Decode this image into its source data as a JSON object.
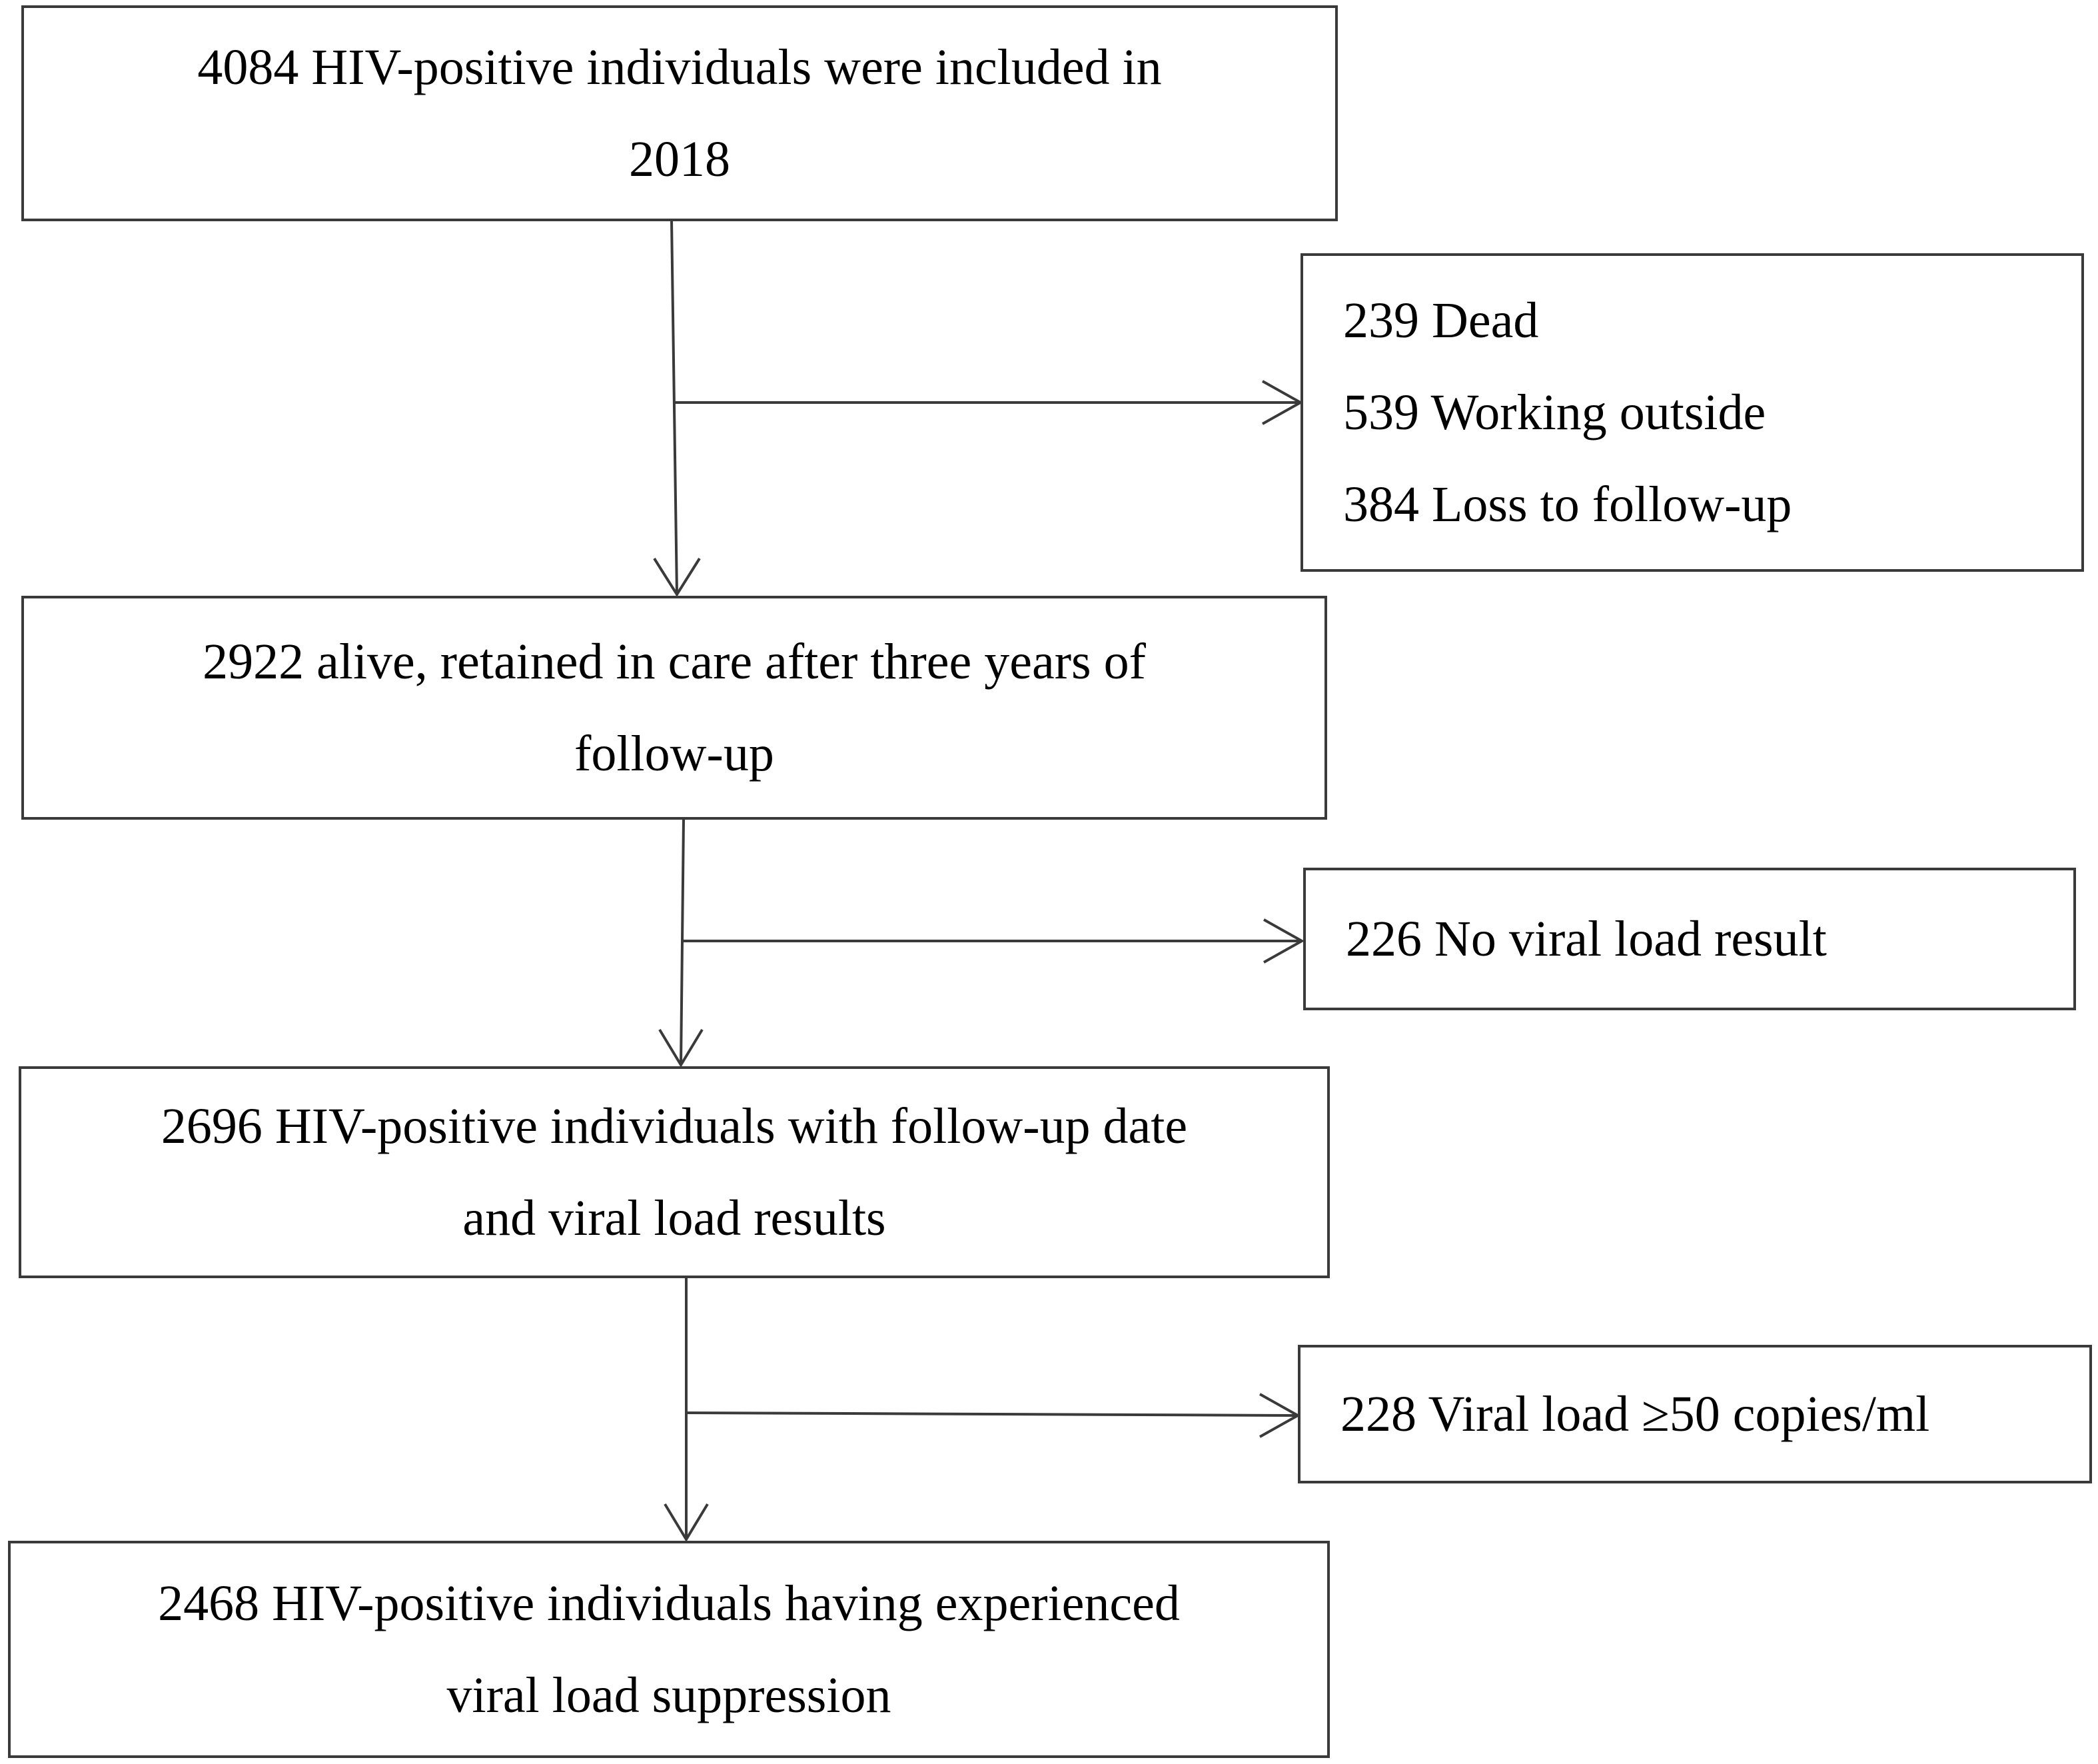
{
  "flowchart": {
    "step1": {
      "lines": [
        "4084 HIV-positive individuals were included in",
        "2018"
      ]
    },
    "exclusion1": {
      "lines": [
        "239 Dead",
        "539 Working outside",
        "384 Loss to follow-up"
      ]
    },
    "step2": {
      "lines": [
        "2922 alive, retained in care after three years of",
        "follow-up"
      ]
    },
    "exclusion2": {
      "lines": [
        "226 No viral load result"
      ]
    },
    "step3": {
      "lines": [
        "2696 HIV-positive individuals with follow-up date",
        "and viral load results"
      ]
    },
    "exclusion3": {
      "lines": [
        "228 Viral load ≥50 copies/ml"
      ]
    },
    "step4": {
      "lines": [
        "2468 HIV-positive individuals having experienced",
        "viral load suppression"
      ]
    }
  }
}
